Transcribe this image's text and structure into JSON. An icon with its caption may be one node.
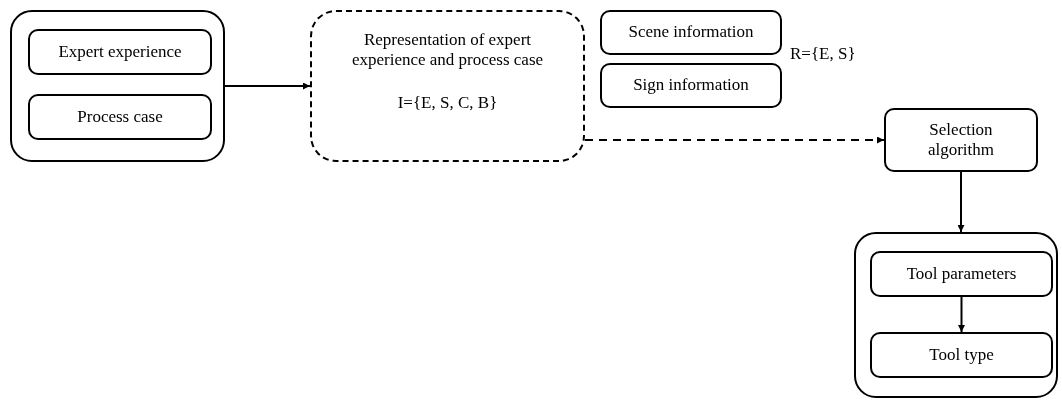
{
  "diagram": {
    "nodes": [
      {
        "text": [],
        "shape": "box"
      },
      {
        "text": [
          "Expert experience"
        ],
        "in": 0
      },
      {
        "text": [
          "Process case"
        ],
        "in": 0
      },
      {
        "text": [
          "Representation of expert experience and process case",
          "I={E, S, C, B}"
        ]
      },
      {
        "text": [
          "Scene information"
        ]
      },
      {
        "text": [
          "Sign information"
        ]
      },
      {
        "text": [
          "Selection algorithm"
        ]
      },
      {
        "text": [],
        "shape": "box"
      },
      {
        "text": [
          "Tool parameters"
        ],
        "in": 7
      },
      {
        "text": [
          "Tool type"
        ],
        "in": 7
      }
    ],
    "edges": [
      {
        "from": 0,
        "to": 3,
        "arrow": "to"
      },
      {
        "from": 3,
        "to": 6,
        "arrow": "to",
        "style": "dashed"
      },
      {
        "from": 6,
        "to": 7,
        "arrow": "to"
      },
      {
        "from": 8,
        "to": 9,
        "arrow": "to"
      }
    ],
    "labels": [
      "R={E, S}"
    ]
  }
}
